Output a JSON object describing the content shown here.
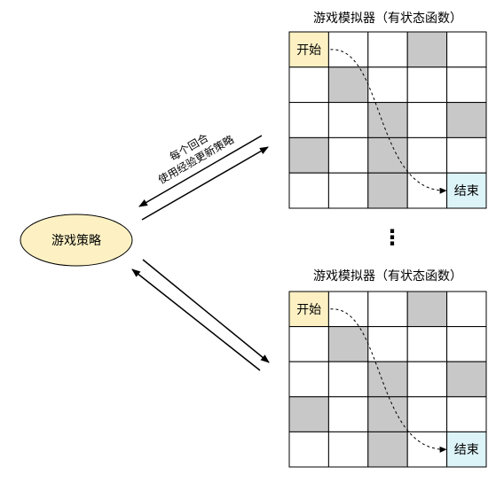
{
  "policy": {
    "label": "游戏策略",
    "fill": "#fdf1c4"
  },
  "arrow_label": {
    "line1": "每个回合",
    "line2": "使用经验更新策略"
  },
  "ellipsis": "⋮",
  "colors": {
    "obstacle": "#c8c8c8",
    "start": "#fdf1c4",
    "end": "#dcf3f7",
    "grid_line": "#000000"
  },
  "grids": [
    {
      "title": "游戏模拟器（有状态函数）",
      "start_label": "开始",
      "end_label": "结束",
      "rows": 5,
      "cols": 5,
      "start": [
        0,
        0
      ],
      "end": [
        4,
        4
      ],
      "obstacles": [
        [
          0,
          3
        ],
        [
          1,
          1
        ],
        [
          2,
          2
        ],
        [
          2,
          4
        ],
        [
          3,
          0
        ],
        [
          3,
          2
        ],
        [
          4,
          2
        ]
      ],
      "path_points": [
        [
          0,
          0
        ],
        [
          1,
          1
        ],
        [
          2,
          2
        ],
        [
          3,
          2
        ],
        [
          4,
          4
        ]
      ]
    },
    {
      "title": "游戏模拟器（有状态函数）",
      "start_label": "开始",
      "end_label": "结束",
      "rows": 5,
      "cols": 5,
      "start": [
        0,
        0
      ],
      "end": [
        4,
        4
      ],
      "obstacles": [
        [
          0,
          3
        ],
        [
          1,
          1
        ],
        [
          2,
          2
        ],
        [
          2,
          4
        ],
        [
          3,
          0
        ],
        [
          3,
          2
        ],
        [
          4,
          2
        ]
      ],
      "path_points": [
        [
          0,
          0
        ],
        [
          1,
          1
        ],
        [
          2,
          2
        ],
        [
          3,
          2
        ],
        [
          4,
          4
        ]
      ]
    }
  ]
}
